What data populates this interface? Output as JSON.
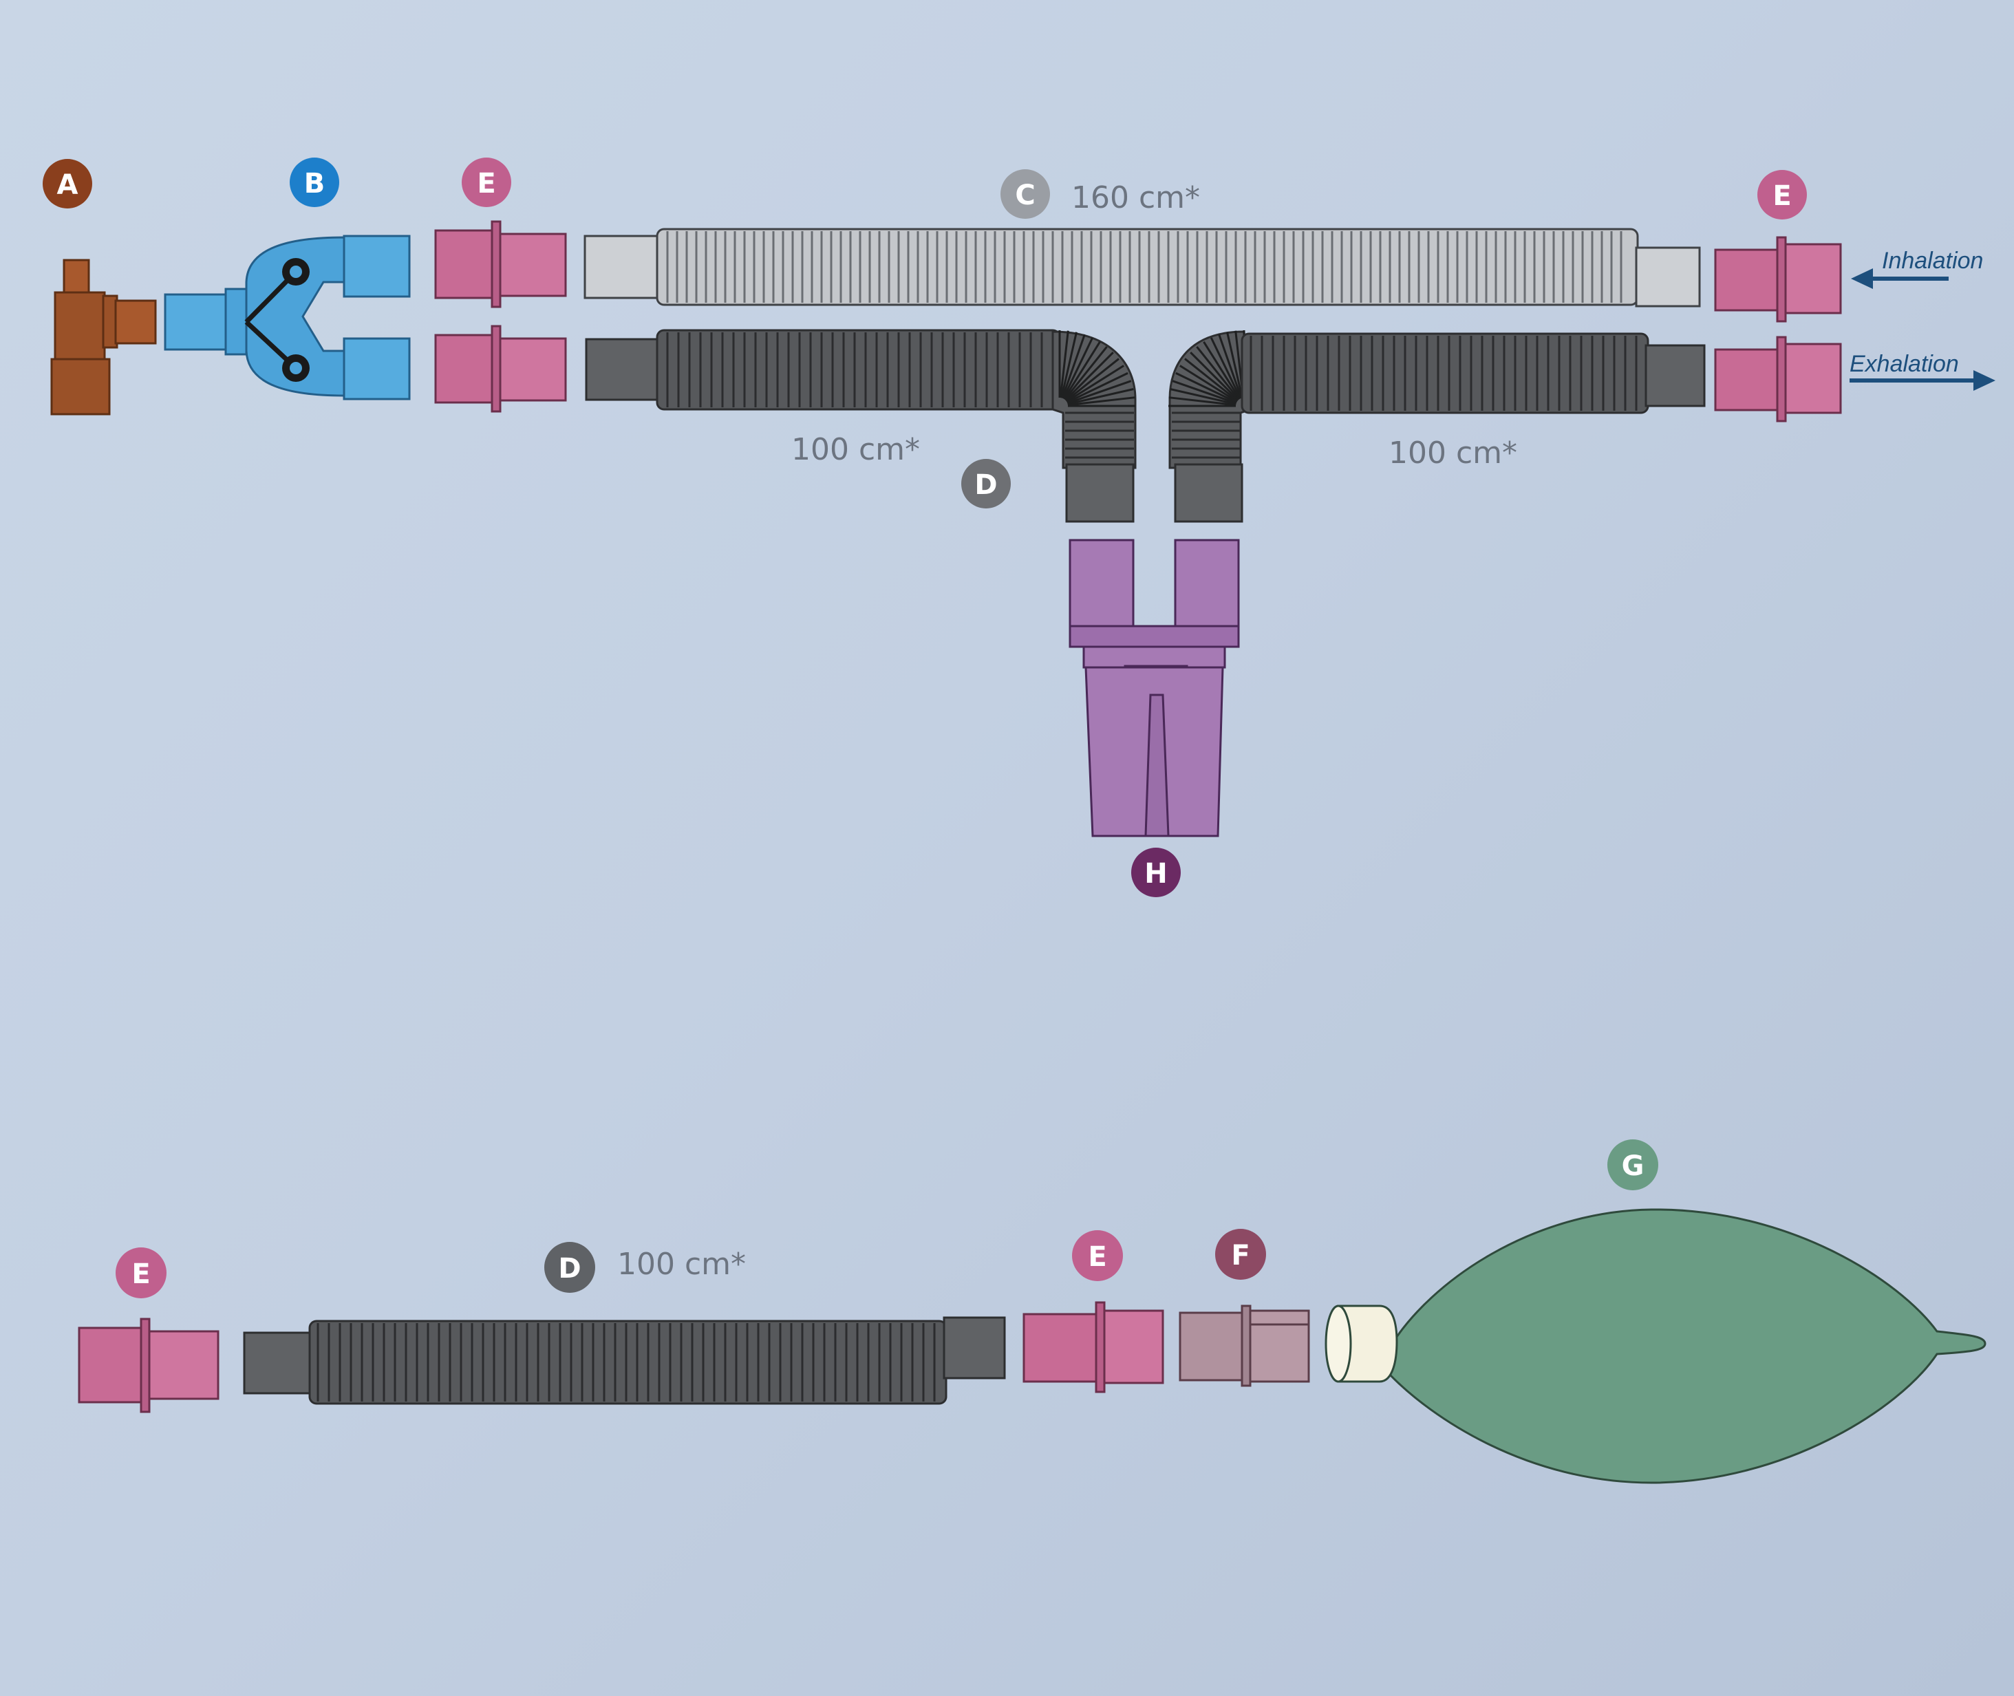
{
  "labels": {
    "A": "A",
    "B": "B",
    "C": "C",
    "D": "D",
    "E": "E",
    "F": "F",
    "G": "G",
    "H": "H"
  },
  "lengths": {
    "hose_c": "160 cm*",
    "hose_d_left": "100 cm*",
    "hose_d_right": "100 cm*",
    "hose_d_bottom": "100 cm*"
  },
  "flow": {
    "inhalation": "Inhalation",
    "exhalation": "Exhalation"
  },
  "colors": {
    "part_a": "#9a5128",
    "part_b": "#4ca3d9",
    "part_c": "#c8cbcf",
    "part_d": "#5f6164",
    "part_e": "#c86b95",
    "part_f": "#b0929e",
    "part_g": "#6a9c84",
    "part_h": "#a67ab4",
    "badge_h": "#6b2a63",
    "badge_f": "#8d4a64",
    "flow_arrow": "#1d4f7d"
  }
}
